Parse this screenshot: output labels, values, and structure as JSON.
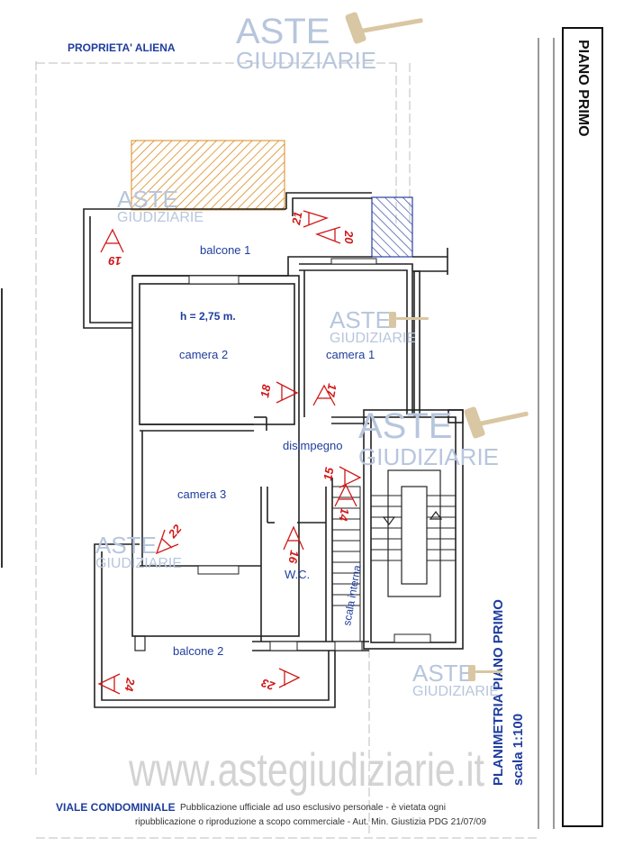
{
  "sheet": {
    "header_label": "PROPRIETA' ALIENA",
    "footer_street": "VIALE CONDOMINIALE",
    "side_title": "PIANO PRIMO"
  },
  "title_block": {
    "title": "PLANIMETRIA PIANO PRIMO",
    "scale": "scala 1:100"
  },
  "rooms": {
    "balcone_1": "balcone 1",
    "camera_2": "camera 2",
    "camera_1": "camera 1",
    "height_note": "h = 2,75 m.",
    "disimpegno": "disimpegno",
    "camera_3": "camera 3",
    "wc": "W.C.",
    "scala_interna": "scala interna",
    "balcone_2": "balcone 2"
  },
  "photo_markers": [
    "19",
    "21",
    "20",
    "18",
    "17",
    "15",
    "14",
    "22",
    "16",
    "24",
    "23"
  ],
  "watermark": {
    "brand_line1": "ASTE",
    "brand_line2": "GIUDIZIARIE",
    "site": "www.astegiudiziarie.it",
    "disclaimer_line1": "Pubblicazione ufficiale ad uso esclusivo personale - è vietata ogni",
    "disclaimer_line2": "ripubblicazione o riproduzione a scopo commerciale - Aut. Min. Giustizia PDG 21/07/09"
  },
  "colors": {
    "label_blue": "#1f3d9e",
    "marker_red": "#d01818",
    "hatch_orange": "#d98a1c",
    "hatch_blue": "#2a3fa0"
  }
}
